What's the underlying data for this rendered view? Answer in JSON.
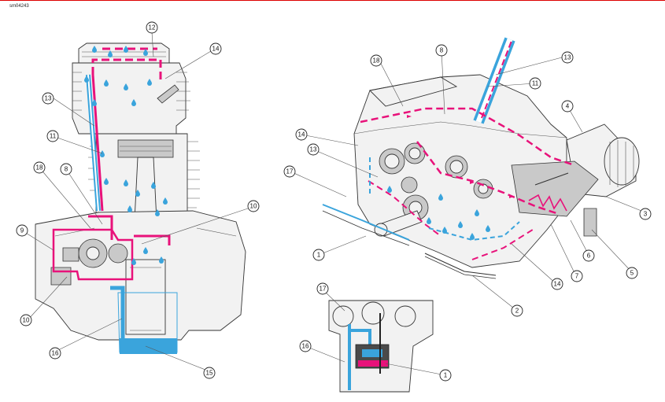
{
  "figure_id": "sm04243",
  "colors": {
    "oil_pressure": "#e8127a",
    "oil_return": "#3aa4dc",
    "outline": "#333333"
  },
  "callouts": {
    "c12": "12",
    "c14": "14",
    "c13a": "13",
    "c11a": "11",
    "c18a": "18",
    "c8a": "8",
    "c9": "9",
    "c10a": "10",
    "c10b": "10",
    "c16a": "16",
    "c15": "15",
    "c18b": "18",
    "c8b": "8",
    "c13b": "13",
    "c11b": "11",
    "c4": "4",
    "c14b": "14",
    "c13c": "13",
    "c17a": "17",
    "c1a": "1",
    "c3": "3",
    "c5": "5",
    "c6": "6",
    "c7": "7",
    "c14c": "14",
    "c2": "2",
    "c17b": "17",
    "c16b": "16",
    "c1b": "1"
  }
}
